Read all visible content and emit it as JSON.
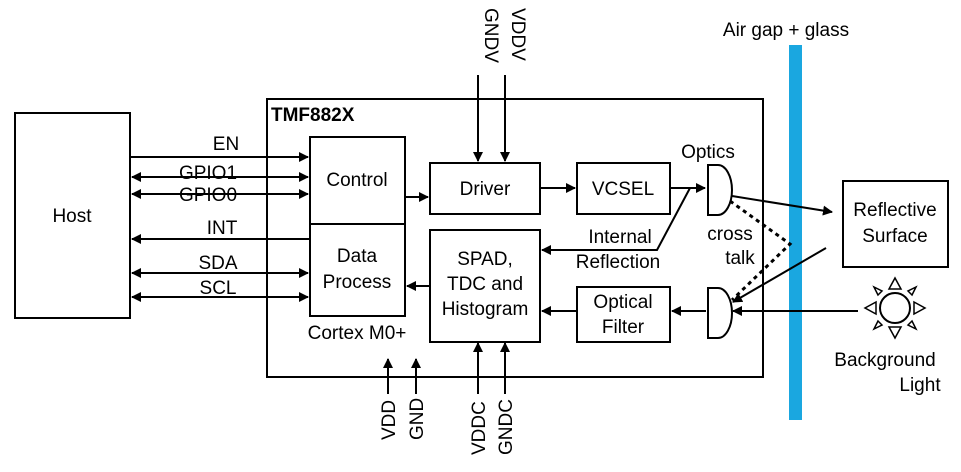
{
  "host": "Host",
  "chip": "TMF882X",
  "blocks": {
    "control": "Control",
    "data_process": [
      "Data",
      "Process"
    ],
    "cortex": "Cortex M0+",
    "driver": "Driver",
    "vcsel": "VCSEL",
    "spad": [
      "SPAD,",
      "TDC and",
      "Histogram"
    ],
    "optical_filter": [
      "Optical",
      "Filter"
    ],
    "reflective_surface": [
      "Reflective",
      "Surface"
    ]
  },
  "signals": {
    "en": "EN",
    "gpio1": "GPIO1",
    "gpio0": "GPIO0",
    "int": "INT",
    "sda": "SDA",
    "scl": "SCL"
  },
  "power_top": [
    "GNDV",
    "VDDV"
  ],
  "power_bottom": [
    "VDD",
    "GND",
    "VDDC",
    "GNDC"
  ],
  "labels": {
    "optics": "Optics",
    "air_gap": "Air gap + glass",
    "internal_reflection": [
      "Internal",
      "Reflection"
    ],
    "cross_talk": [
      "cross",
      "talk"
    ],
    "background_light": [
      "Background",
      "Light"
    ]
  },
  "colors": {
    "glass": "#1aa7e0",
    "line": "#000000"
  }
}
